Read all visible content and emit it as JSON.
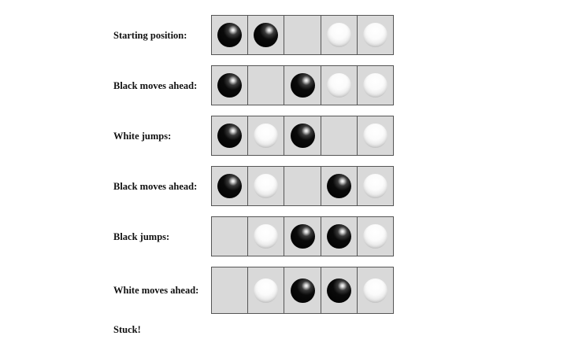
{
  "steps": [
    {
      "label": "Starting position:",
      "cells": [
        "black",
        "black",
        "empty",
        "white",
        "white"
      ]
    },
    {
      "label": "Black moves ahead:",
      "cells": [
        "black",
        "empty",
        "black",
        "white",
        "white"
      ]
    },
    {
      "label": "White jumps:",
      "cells": [
        "black",
        "white",
        "black",
        "empty",
        "white"
      ]
    },
    {
      "label": "Black moves ahead:",
      "cells": [
        "black",
        "white",
        "empty",
        "black",
        "white"
      ]
    },
    {
      "label": "Black jumps:",
      "cells": [
        "empty",
        "white",
        "black",
        "black",
        "white"
      ]
    },
    {
      "label": "White moves ahead:",
      "cells": [
        "empty",
        "white",
        "black",
        "black",
        "white"
      ]
    }
  ],
  "final_note": "Stuck!",
  "colors": {
    "board_fill": "#d9d9d9",
    "board_border": "#555555",
    "black_piece": "#000000",
    "white_piece": "#ffffff"
  }
}
